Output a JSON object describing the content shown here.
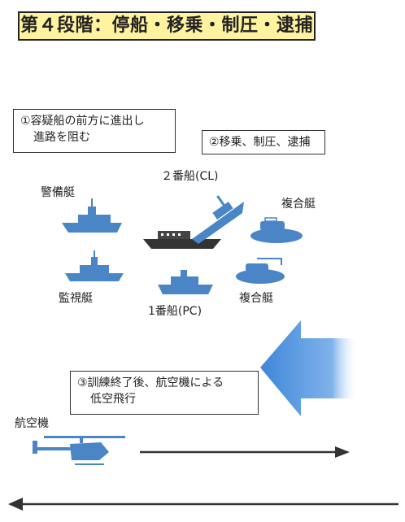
{
  "title": "第４段階：停船・移乗・制圧・逮捕",
  "notes": {
    "step1_line1": "①容疑船の前方に進出し",
    "step1_line2": "進路を阻む",
    "step2": "②移乗、制圧、逮捕",
    "step3_line1": "③訓練終了後、航空機による",
    "step3_line2": "低空飛行"
  },
  "labels": {
    "ship2": "２番船(CL)",
    "patrol_boat": "警備艇",
    "composite_boat_top": "複合艇",
    "monitor_boat": "監視艇",
    "ship1": "1番船(PC)",
    "composite_boat_bottom": "複合艇",
    "aircraft": "航空機"
  },
  "colors": {
    "title_bg": "#fff3a0",
    "vessel_blue": "#4a86c5",
    "suspect_ship": "#333333",
    "big_arrow": "#4a8ad8",
    "flight_arrow": "#333333"
  }
}
